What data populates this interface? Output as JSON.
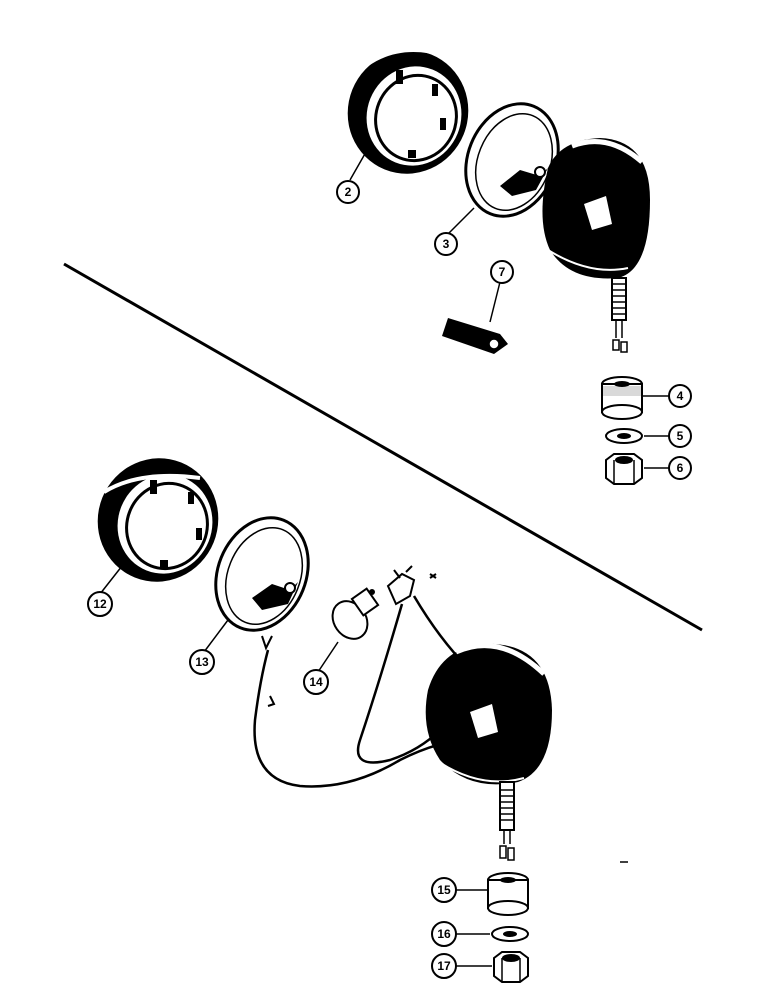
{
  "callouts": {
    "c2": "2",
    "c3": "3",
    "c4": "4",
    "c5": "5",
    "c6": "6",
    "c7": "7",
    "c12": "12",
    "c13": "13",
    "c14": "14",
    "c15": "15",
    "c16": "16",
    "c17": "17"
  },
  "colors": {
    "ink": "#000000",
    "paper": "#ffffff",
    "highlight": "#ffffff"
  }
}
